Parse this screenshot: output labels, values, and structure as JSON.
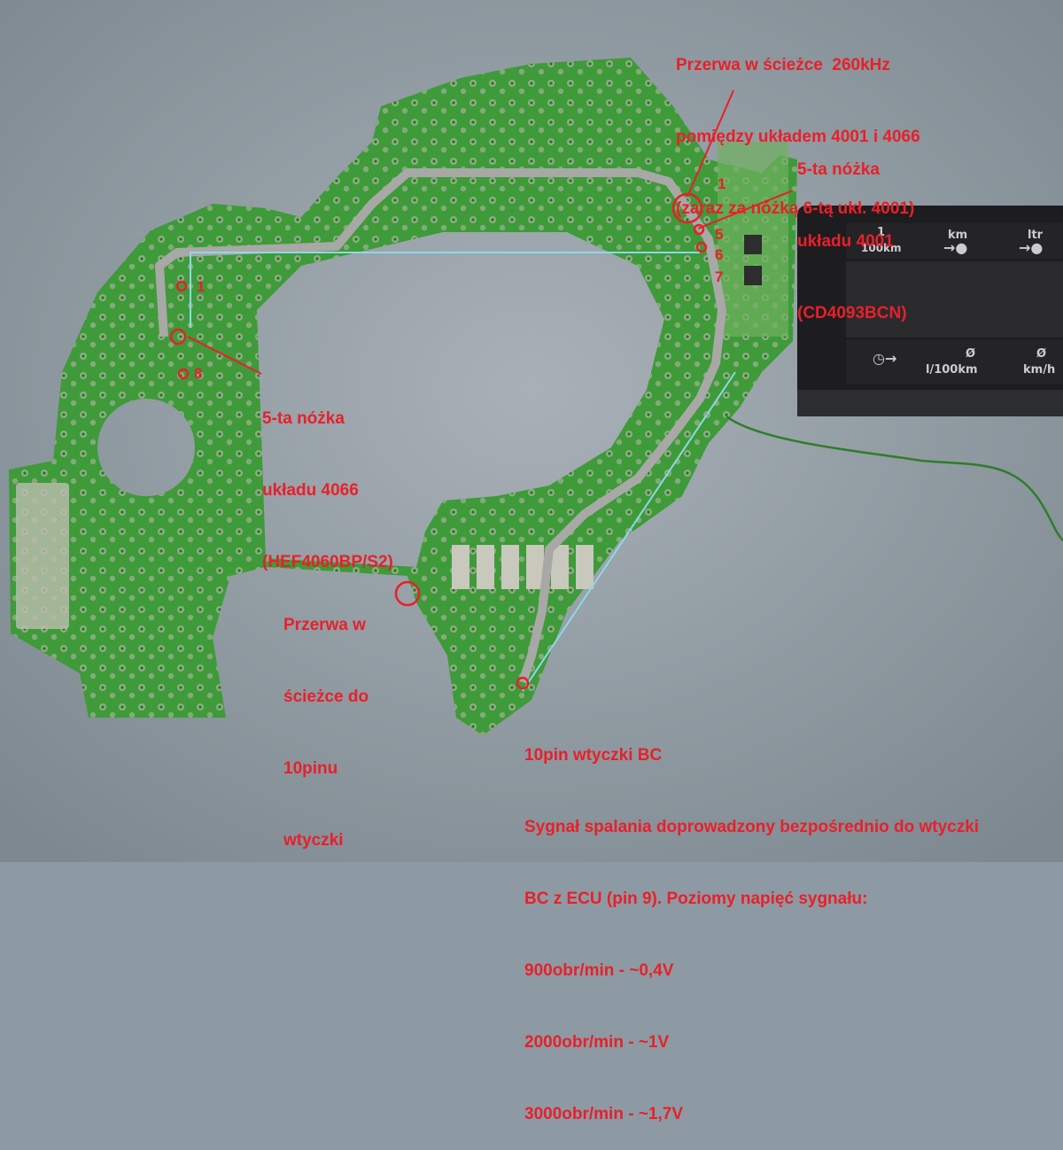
{
  "annotations": {
    "top_break": [
      "Przerwa w ścieżce  260kHz",
      "pomiędzy układem 4001 i 4066",
      "(zaraz za nóżką 6-tą ukł. 4001)"
    ],
    "pin5_4001": [
      "5-ta nóżka",
      "układu 4001",
      "(CD4093BCN)"
    ],
    "pin5_4066": [
      "5-ta nóżka",
      "układu 4066",
      "(HEF4060BP/S2)"
    ],
    "break_10pin": [
      "Przerwa w",
      "ścieżce do",
      "10pinu",
      "wtyczki"
    ],
    "bottom_note": [
      "10pin wtyczki BC",
      "Sygnał spalania doprowadzony bezpośrednio do wtyczki",
      "BC z ECU (pin 9). Poziomy napięć sygnału:",
      "900obr/min - ~0,4V",
      "2000obr/min - ~1V",
      "3000obr/min - ~1,7V"
    ]
  },
  "pin_labels": {
    "p1_right": "1",
    "p5": "5",
    "p6": "6",
    "p7": "7",
    "p1_left": "1",
    "p8": "8"
  },
  "display": {
    "top_left": "1",
    "top_left_unit": "100km",
    "top_mid": "km",
    "top_right": "ltr",
    "bottom_mid": "l/100km",
    "bottom_right": "km/h",
    "diameter": "Ø"
  },
  "colors": {
    "annotation": "#e8202a",
    "pcb": "#3f9a3a",
    "wire": "#8fd8e8"
  }
}
